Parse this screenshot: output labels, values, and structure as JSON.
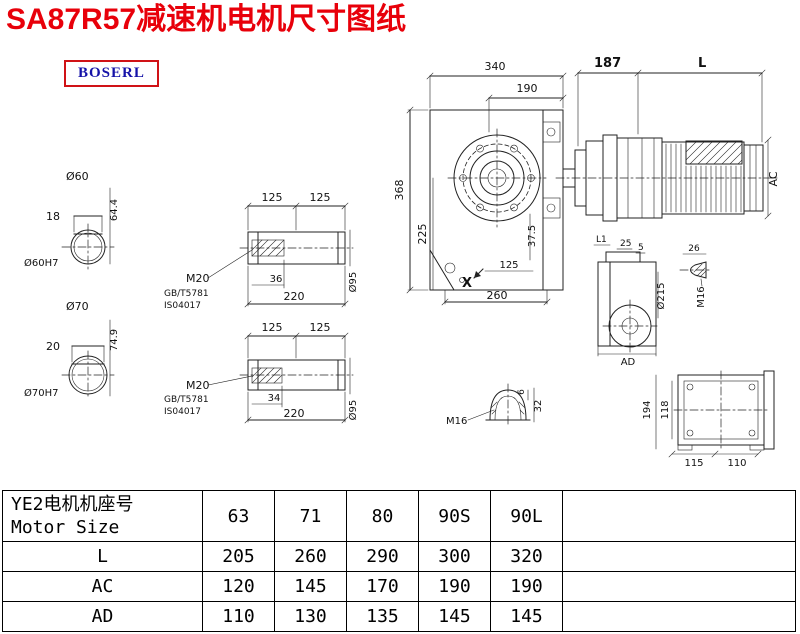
{
  "page": {
    "title": "SA87R57减速机电机尺寸图纸",
    "logo": "BOSERL"
  },
  "labels": {
    "hole60": {
      "d": "Ø60",
      "w": "18",
      "h": "64.4",
      "fit": "Ø60H7"
    },
    "hole70": {
      "d": "Ø70",
      "w": "20",
      "h": "74.9",
      "fit": "Ø70H7"
    },
    "shaft_top": {
      "l1": "125",
      "l2": "125",
      "thread": "M20",
      "std1": "GB/T5781",
      "std2": "IS04017",
      "depth": "36",
      "len": "220",
      "dia": "Ø95"
    },
    "shaft_bot": {
      "l1": "125",
      "l2": "125",
      "thread": "M20",
      "std1": "GB/T5781",
      "std2": "IS04017",
      "depth": "34",
      "len": "220",
      "dia": "Ø95"
    },
    "main": {
      "w": "340",
      "w2": "190",
      "h": "368",
      "h2": "225",
      "h3": "37.5",
      "b1": "125",
      "b2": "260",
      "x": "X"
    },
    "motor": {
      "d187": "187",
      "L": "L",
      "AC": "AC"
    },
    "side": {
      "L1": "L1",
      "d25": "25",
      "d5": "5",
      "dia": "Ø215",
      "AD": "AD"
    },
    "plug": {
      "d26": "26",
      "m16": "M16"
    },
    "dome": {
      "m16": "M16",
      "d6": "6",
      "d32": "32"
    },
    "rear": {
      "h194": "194",
      "h118": "118",
      "b115": "115",
      "b110": "110"
    }
  },
  "table": {
    "header_cn": "YE2电机机座号",
    "header_en": "Motor Size",
    "sizes": [
      "63",
      "71",
      "80",
      "90S",
      "90L"
    ],
    "rows": [
      {
        "label": "L",
        "values": [
          "205",
          "260",
          "290",
          "300",
          "320"
        ]
      },
      {
        "label": "AC",
        "values": [
          "120",
          "145",
          "170",
          "190",
          "190"
        ]
      },
      {
        "label": "AD",
        "values": [
          "110",
          "130",
          "135",
          "145",
          "145"
        ]
      }
    ]
  }
}
